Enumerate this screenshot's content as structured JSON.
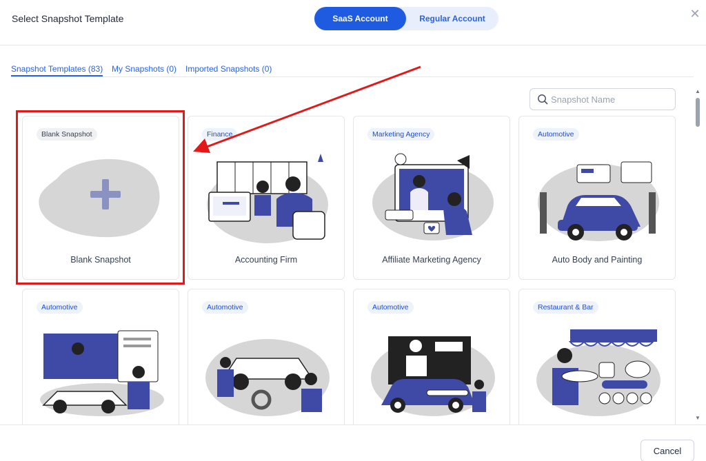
{
  "header": {
    "title": "Select Snapshot Template",
    "toggle": {
      "saas_label": "SaaS Account",
      "regular_label": "Regular Account",
      "active": "saas"
    }
  },
  "tabs": [
    {
      "label": "Snapshot Templates (83)",
      "active": true
    },
    {
      "label": "My Snapshots (0)",
      "active": false
    },
    {
      "label": "Imported Snapshots (0)",
      "active": false
    }
  ],
  "search": {
    "placeholder": "Snapshot Name",
    "value": ""
  },
  "cards": [
    {
      "category": "Blank Snapshot",
      "title": "Blank Snapshot",
      "illustration": "plus-icon"
    },
    {
      "category": "Finance",
      "title": "Accounting Firm",
      "illustration": "accounting-illustration"
    },
    {
      "category": "Marketing Agency",
      "title": "Affiliate Marketing Agency",
      "illustration": "marketing-illustration"
    },
    {
      "category": "Automotive",
      "title": "Auto Body and Painting",
      "illustration": "auto-body-illustration"
    },
    {
      "category": "Automotive",
      "title": "",
      "illustration": "car-dealer-illustration"
    },
    {
      "category": "Automotive",
      "title": "",
      "illustration": "car-repair-illustration"
    },
    {
      "category": "Automotive",
      "title": "",
      "illustration": "mechanic-illustration"
    },
    {
      "category": "Restaurant & Bar",
      "title": "",
      "illustration": "bakery-illustration"
    }
  ],
  "footer": {
    "cancel_label": "Cancel"
  },
  "colors": {
    "primary": "#1f5be0",
    "accent_illustration": "#3f4aa6",
    "highlight": "#e31818",
    "illustration_grey": "#d6d6d6"
  }
}
